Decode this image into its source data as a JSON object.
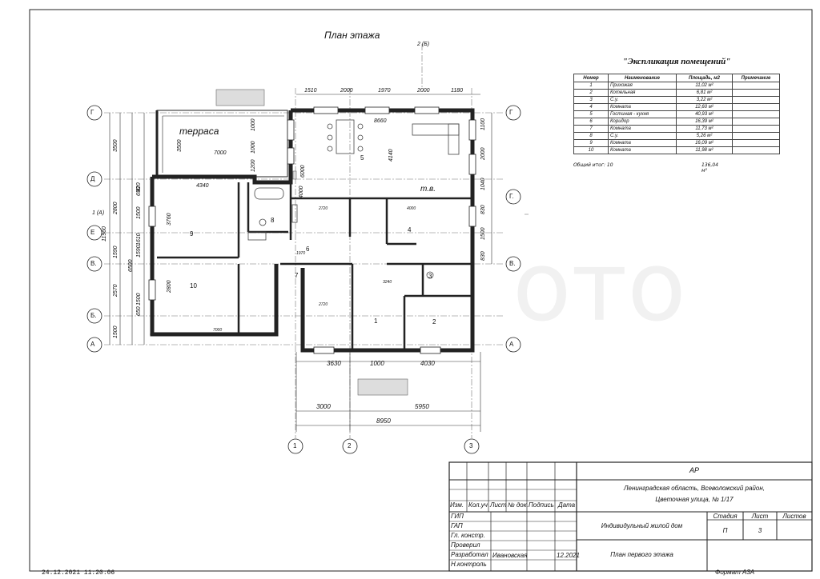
{
  "plan_title": "План этажа",
  "terrace_label": "терраса",
  "tv_label": "т.в.",
  "timestamp": "24.12.2021 11:20:06",
  "format_label": "Формат А3А",
  "top_marker": "2 (Б)",
  "side_marker": "1 (А)",
  "axes": {
    "rows_left": [
      "Г",
      "Д",
      "Е",
      "В.",
      "Б.",
      "А"
    ],
    "rows_right": [
      "Г",
      "Г.",
      "В.",
      "А"
    ],
    "columns": [
      "1",
      "2",
      "3"
    ]
  },
  "dimensions": {
    "top": [
      "1510",
      "2000",
      "1970",
      "2000",
      "1180"
    ],
    "top_overall": "8660",
    "bottom": [
      "3630",
      "1000",
      "4030"
    ],
    "bottom_chain": [
      "3000",
      "5950"
    ],
    "bottom_overall": "8950",
    "left_chain": [
      "3500",
      "2800",
      "1590",
      "2570",
      "1500"
    ],
    "left_chain_inner": [
      "650",
      "420",
      "1500",
      "1610",
      "1590",
      "1500",
      "650"
    ],
    "left_overall": "11960",
    "left_6500": "6500",
    "right_chain": [
      "1100",
      "2000",
      "1040",
      "830",
      "1500",
      "830"
    ],
    "terrace": [
      "3500",
      "7000",
      "1000",
      "1000",
      "1200"
    ],
    "room9": [
      "4340",
      "3760"
    ],
    "room10": [
      "2800"
    ],
    "misc": [
      "6000",
      "4140",
      "4000",
      "4000",
      "2720",
      "2720",
      "1970",
      "3240",
      "7000"
    ]
  },
  "room_numbers": [
    "1",
    "2",
    "3",
    "4",
    "5",
    "6",
    "7",
    "8",
    "9",
    "10"
  ],
  "explication": {
    "title": "\"Экспликация помещений\"",
    "headers": [
      "Номер",
      "Наименование",
      "Площадь, м2",
      "Примечание"
    ],
    "rows": [
      [
        "1",
        "Прихожая",
        "11,02 м²",
        ""
      ],
      [
        "2",
        "Котельная",
        "6,81 м²",
        ""
      ],
      [
        "3",
        "С.у.",
        "3,22 м²",
        ""
      ],
      [
        "4",
        "Комната",
        "12,60 м²",
        ""
      ],
      [
        "5",
        "Гостиная - кухня",
        "40,93 м²",
        ""
      ],
      [
        "6",
        "Коридор",
        "16,39 м²",
        ""
      ],
      [
        "7",
        "Комната",
        "11,73 м²",
        ""
      ],
      [
        "8",
        "С.у.",
        "5,26 м²",
        ""
      ],
      [
        "9",
        "Комната",
        "16,09 м²",
        ""
      ],
      [
        "10",
        "Комната",
        "11,98 м²",
        ""
      ]
    ],
    "total_label": "Общий итог: 10",
    "total_value": "136,04 м²"
  },
  "title_block": {
    "code": "АР",
    "address_line1": "Ленинградская область, Всеволожский район,",
    "address_line2": "Цветочная улица, № 1/17",
    "col_headers": [
      "Изм.",
      "Кол.уч",
      "Лист",
      "№ док.",
      "Подпись",
      "Дата"
    ],
    "roles": [
      "ГИП",
      "ГАП",
      "Гл. констр.",
      "Проверил",
      "Разработал",
      "Н.контроль"
    ],
    "developer": "Ивановская",
    "date": "12.2021",
    "project_name": "Индивидульный жилой дом",
    "stage_header": "Стадия",
    "sheet_header": "Лист",
    "sheets_header": "Листов",
    "stage": "П",
    "sheet": "3",
    "drawing_name": "План первого этажа"
  }
}
